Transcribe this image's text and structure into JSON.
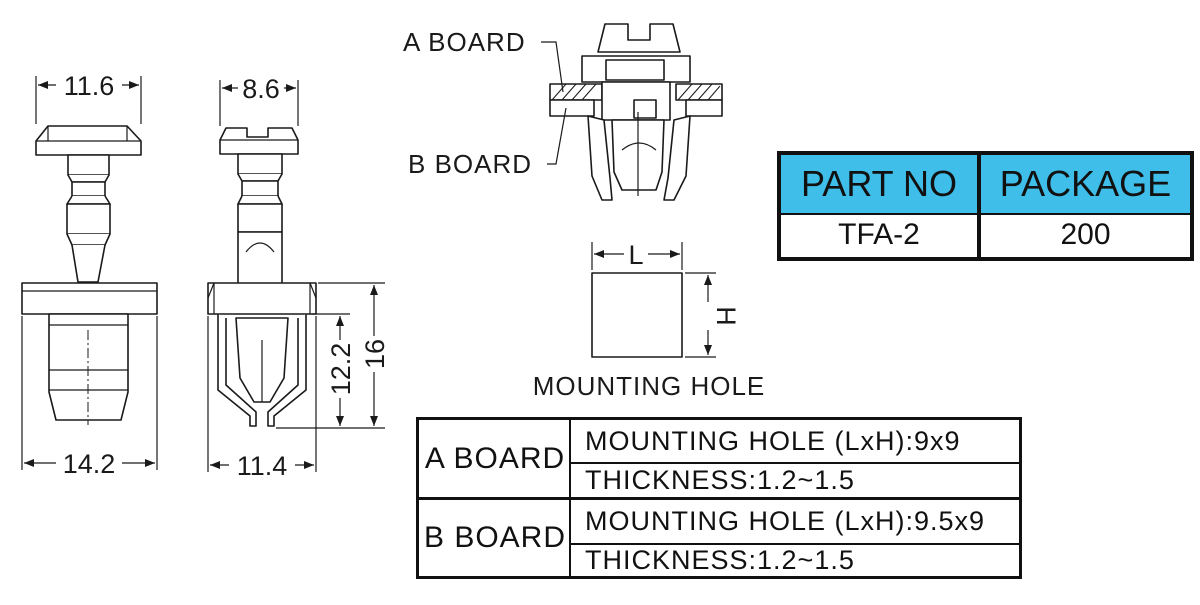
{
  "dimensions": {
    "top_width_left": "11.6",
    "top_width_right": "8.6",
    "base_width_left": "14.2",
    "base_width_right": "11.4",
    "leg_height": "12.2",
    "total_height": "16"
  },
  "labels": {
    "a_board": "A BOARD",
    "b_board": "B BOARD",
    "mounting_hole": "MOUNTING HOLE",
    "hole_length": "L",
    "hole_height": "H"
  },
  "part_table": {
    "headers": [
      "PART NO",
      "PACKAGE"
    ],
    "values": [
      "TFA-2",
      "200"
    ],
    "header_color": "#3fbeea"
  },
  "spec_table": {
    "a_board": {
      "label": "A BOARD",
      "mounting_hole": "MOUNTING HOLE (LxH):9x9",
      "thickness": "THICKNESS:1.2~1.5"
    },
    "b_board": {
      "label": "B BOARD",
      "mounting_hole": "MOUNTING HOLE (LxH):9.5x9",
      "thickness": "THICKNESS:1.2~1.5"
    }
  }
}
